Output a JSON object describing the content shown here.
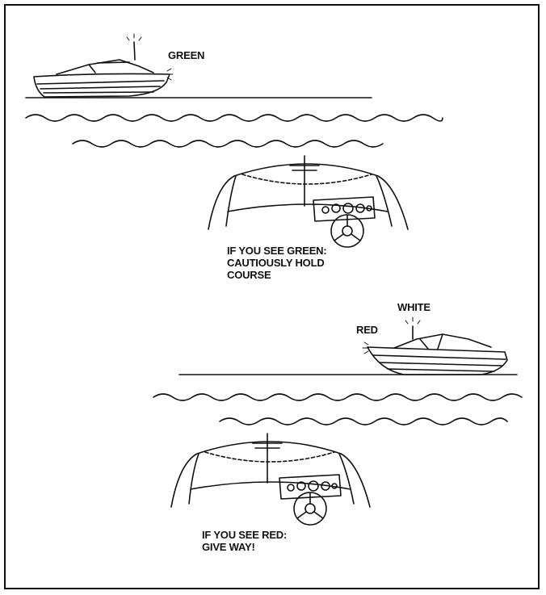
{
  "labels": {
    "green": "GREEN",
    "white": "WHITE",
    "red": "RED",
    "green_instruction": "IF YOU SEE GREEN:\nCAUTIOUSLY  HOLD\nCOURSE",
    "red_instruction": "IF YOU SEE RED:\nGIVE WAY!"
  },
  "colors": {
    "ink": "#111111",
    "background": "#ffffff"
  }
}
